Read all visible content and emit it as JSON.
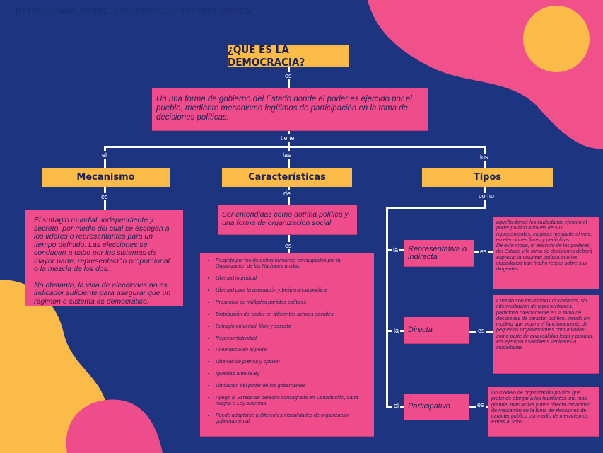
{
  "header": {
    "watermark_url": "HTTPS://WWW.UDOCZ.COM/PROFILE/3975209/MARIAC"
  },
  "title": "¿QUE ES LA DEMOCRACIA?",
  "connectors": {
    "es_top": "es",
    "tiene": "tiene",
    "el": "el",
    "las": "las",
    "los": "los",
    "es_mecanismo": "es",
    "de": "de",
    "es_caracteristicas": "es",
    "como": "como",
    "la_representativa": "la",
    "es_representativa": "es",
    "la_directa": "la",
    "es_directa": "es",
    "el_participativo": "el",
    "es_participativo": "es"
  },
  "definition": "Un una forma de gobierno del Estado donde el poder es ejercido por el pueblo, mediante mecanismo legítimos de participación en la toma de decisiones políticas.",
  "branches": {
    "mecanismo": {
      "heading": "Mecanismo",
      "paragraphs": [
        "El sufragio mundial, independiente y secreto, por medio del cual se escogen a los líderes o representantes para un tiempo definido. Las elecciones se conducen a cabo por los sistemas de mayor parte, representación proporcional o la mezcla de los dos.",
        "No obstante, la vida de elecciones no es indicador suficiente para asegurar que un regimen o sistema es democrático."
      ]
    },
    "caracteristicas": {
      "heading": "Características",
      "intro": "Ser entendidas como dotrina política y una forma de organizacion social",
      "items": [
        "Respeto por los derechos humanos consagrados por la Organización de las Naciones unidas",
        "Libertad individual",
        "Libertad para la asociación y beligerancia política",
        "Presencia de múltiples partidos políticos",
        "Distribución del poder en diferentes actores sociales",
        "Sufragio universal, libre y secreto",
        "Representatividad",
        "Alternancia en el poder",
        "Libertad de prensa y opinión",
        "Igualdad ante la ley",
        "Limitación del poder de los gobernantes",
        "Apego al Estado de derecho consagrado en Constitución, carta magna o Ley suprema",
        "Puede adaptarse a diferentes modalidades de organización gubernamental"
      ]
    },
    "tipos": {
      "heading": "Tipos",
      "types": [
        {
          "name": "Representativa o indirecta",
          "description": "aquella donde los ciudadanos ejercen el poder político a través de sus representantes, elegidos mediante el voto, en elecciones libres y periódicas\nDe este modo, el ejercicio de los poderes del Estado y la toma de decisiones deberá expresar la voluntad política que los ciudadanos han hecho recaer sobre sus dirigentes."
        },
        {
          "name": "Directa",
          "description": "Cuando son los mismos ciudadanos, sin intermediación de representantes, participan directamente en la toma de decisiones de carácter político. siendo un modelo que inspira el funcionamiento de pequeñas organizaciones comunitarias como parte de una realidad local y puntual.\nPor ejemplo asambleas vecinales o ciudadanas"
        },
        {
          "name": "Participativo",
          "description": "Un modelo de organización política que pretende otorgar a los habitantes una más grande, mas activa y mas directa capacidad de mediación en la toma de elecciones de carácter publico por medio de mecanismos extras al voto."
        }
      ]
    }
  },
  "colors": {
    "background": "#1d3580",
    "pink": "#ee4c8a",
    "yellow": "#fbbb49",
    "text": "#1e2252",
    "lines": "#ffffff"
  }
}
